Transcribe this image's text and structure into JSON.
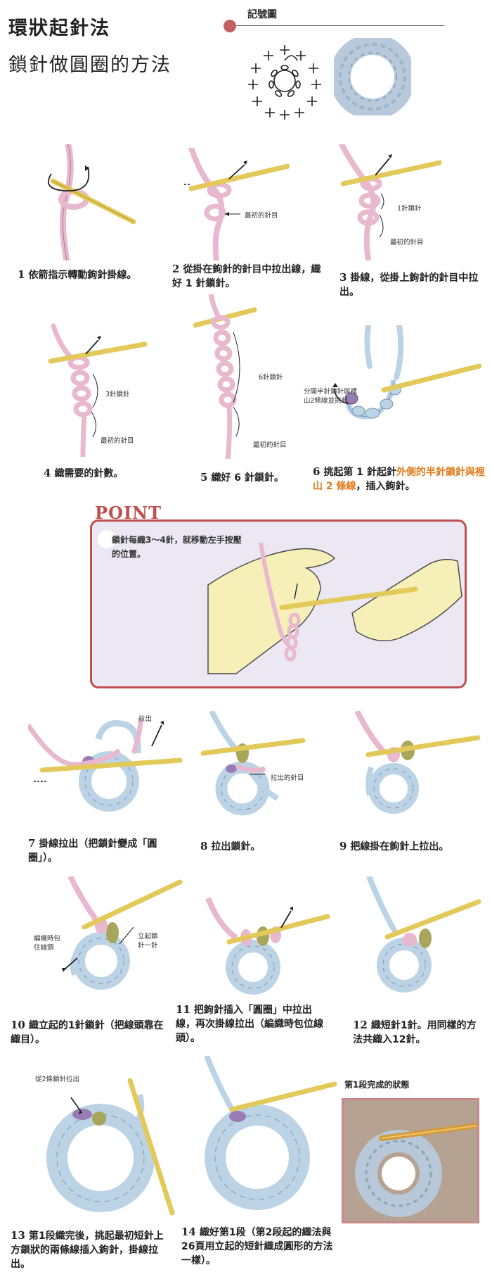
{
  "header": {
    "title": "環狀起針法",
    "subtitle": "鎖針做圓圈的方法",
    "legend_label": "記號圖"
  },
  "steps": [
    {
      "num": "1",
      "text": "依箭指示轉動鉤針掛線。"
    },
    {
      "num": "2",
      "text": "從掛在鉤針的針目中拉出線，織好 1 針鎖針。"
    },
    {
      "num": "3",
      "text": "掛線，從掛上鉤針的針目中拉出。"
    },
    {
      "num": "4",
      "text": "織需要的針數。"
    },
    {
      "num": "5",
      "text": "織好 6 針鎖針。"
    },
    {
      "num": "6",
      "text_a": "挑起第 1 針起針",
      "text_hl": "外側的半針鎖針與裡山 2 條線",
      "text_b": "，插入鉤針。"
    },
    {
      "num": "7",
      "text": "掛線拉出（把鎖針變成「圓圈」）。"
    },
    {
      "num": "8",
      "text": "拉出鎖針。"
    },
    {
      "num": "9",
      "text": "把線掛在鉤針上拉出。"
    },
    {
      "num": "10",
      "text": "織立起的1針鎖針（把線頭靠在織目）。"
    },
    {
      "num": "11",
      "text": "把鉤針插入「圓圈」中拉出線，再次掛線拉出（編織時包位線頭）。"
    },
    {
      "num": "12",
      "text": "織短針1針。用同樣的方法共織入12針。"
    },
    {
      "num": "13",
      "text": "第1段織完後，挑起最初短針上方鎖狀的兩條線插入鉤針，掛線拉出。"
    },
    {
      "num": "14",
      "text": "織好第1段（第2段起的織法與26頁用立起的短針織成圓形的方法一樣）。"
    }
  ],
  "labels": {
    "first_stitch": "最初的針目",
    "one_stitch": "1針鎖針",
    "three_stitch": "3針鎖針",
    "six_stitch": "6針鎖針",
    "split_note_1": "分開半針鎖針與裡",
    "split_note_2": "山2條線並挑起",
    "pull_out": "拉出",
    "pulled_stitch": "拉出的針目",
    "tail_note_1": "編織時包",
    "tail_note_2": "住線頭",
    "rise_note_1": "立起鎖",
    "rise_note_2": "針一針",
    "from_two_lines": "從2條鎖針拉出"
  },
  "point": {
    "word": "POINT",
    "text_1": "鎖針每織3～4針，就移動左手按壓",
    "text_2": "的位置。"
  },
  "finished": {
    "title": "第1段完成的狀態"
  },
  "colors": {
    "yarn_pink": "#e8b8cf",
    "yarn_blue": "#bcd3e6",
    "yarn_olive": "#a7a65b",
    "yarn_purple": "#9a7cb4",
    "hook": "#e3c95a",
    "accent_red": "#c0504d",
    "highlight_orange": "#e07a1a"
  }
}
